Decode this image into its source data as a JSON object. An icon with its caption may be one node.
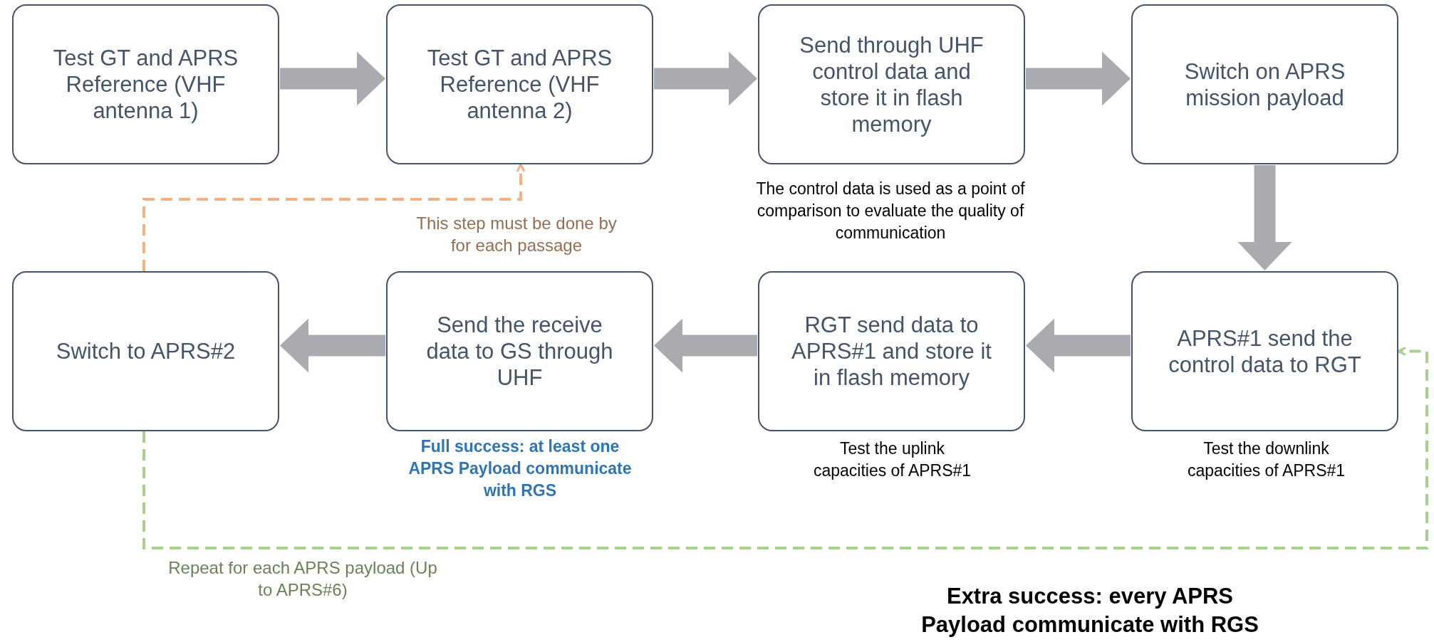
{
  "diagram": {
    "nodes": [
      {
        "text": [
          "Test GT and APRS Reference (VHF antenna 1)"
        ]
      },
      {
        "text": [
          "Test GT and APRS Reference (VHF antenna 2)"
        ]
      },
      {
        "text": [
          "Send through UHF control data and store it in flash memory"
        ],
        "beside": [
          "The control data is used as a point of comparison to evaluate the quality of communication"
        ]
      },
      {
        "text": [
          "Switch on APRS mission payload"
        ]
      },
      {
        "text": [
          "Switch to APRS#2"
        ]
      },
      {
        "text": [
          "Send the receive data to GS through UHF"
        ],
        "beside": [
          "Full success: at least one APRS Payload communicate with RGS"
        ]
      },
      {
        "text": [
          "RGT send data to APRS#1 and store it in flash memory"
        ],
        "beside": [
          "Test the uplink capacities of APRS#1"
        ]
      },
      {
        "text": [
          "APRS#1 send the control data to RGT"
        ],
        "beside": [
          "Test the downlink capacities of APRS#1"
        ]
      }
    ],
    "edges": [
      {
        "from": 0,
        "to": 1,
        "arrow": "to"
      },
      {
        "from": 1,
        "to": 2,
        "arrow": "to"
      },
      {
        "from": 2,
        "to": 3,
        "arrow": "to"
      },
      {
        "from": 3,
        "to": 7,
        "arrow": "to"
      },
      {
        "from": 7,
        "to": 6,
        "arrow": "to"
      },
      {
        "from": 6,
        "to": 5,
        "arrow": "to"
      },
      {
        "from": 5,
        "to": 4,
        "arrow": "to"
      },
      {
        "from": 4,
        "to": 1,
        "arrow": "to",
        "style": "dashed",
        "color": "#f4b183",
        "label": "This step must be done by for each passage"
      },
      {
        "from": 4,
        "to": 7,
        "arrow": "to",
        "style": "dashed",
        "color": "#a9d18e",
        "label": "Repeat for each APRS payload (Up to APRS#6)"
      }
    ],
    "labels": [
      "Extra success: every APRS Payload communicate with RGS"
    ]
  }
}
